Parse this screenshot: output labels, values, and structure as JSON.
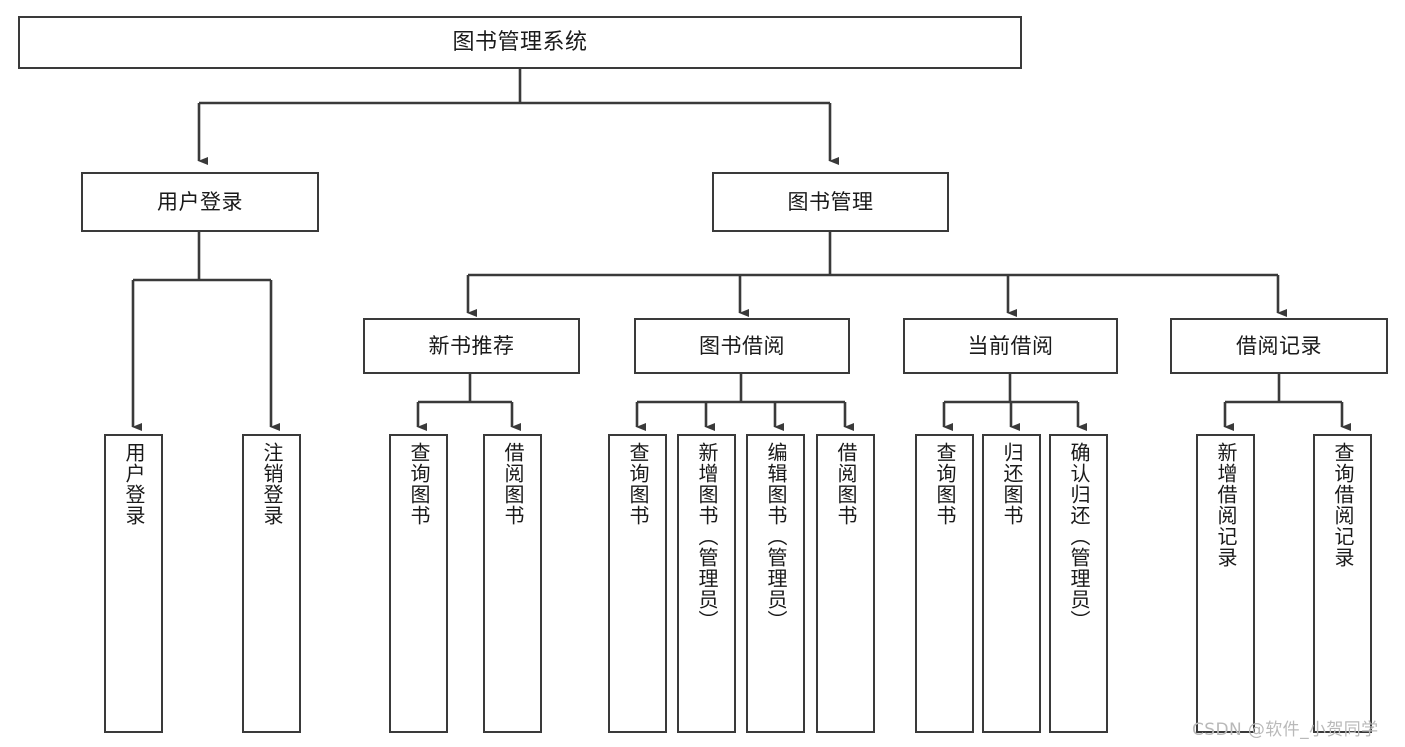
{
  "diagram": {
    "type": "hierarchy-tree",
    "title": "图书管理系统",
    "watermark": "CSDN @软件_小贺同学",
    "levels": {
      "root": {
        "label": "图书管理系统"
      },
      "level2": [
        {
          "label": "用户登录"
        },
        {
          "label": "图书管理"
        }
      ],
      "level3": [
        {
          "label": "新书推荐"
        },
        {
          "label": "图书借阅"
        },
        {
          "label": "当前借阅"
        },
        {
          "label": "借阅记录"
        }
      ],
      "leaves": [
        {
          "label": "用户登录"
        },
        {
          "label": "注销登录"
        },
        {
          "label": "查询图书"
        },
        {
          "label": "借阅图书"
        },
        {
          "label": "查询图书"
        },
        {
          "label": "新增图书（管理员）"
        },
        {
          "label": "编辑图书（管理员）"
        },
        {
          "label": "借阅图书"
        },
        {
          "label": "查询图书"
        },
        {
          "label": "归还图书"
        },
        {
          "label": "确认归还（管理员）"
        },
        {
          "label": "新增借阅记录"
        },
        {
          "label": "查询借阅记录"
        }
      ]
    },
    "groups": [
      {
        "parent": "用户登录",
        "children": [
          "用户登录",
          "注销登录"
        ]
      },
      {
        "parent": "图书管理",
        "children": [
          "新书推荐",
          "图书借阅",
          "当前借阅",
          "借阅记录"
        ]
      },
      {
        "parent": "新书推荐",
        "children": [
          "查询图书",
          "借阅图书"
        ]
      },
      {
        "parent": "图书借阅",
        "children": [
          "查询图书",
          "新增图书（管理员）",
          "编辑图书（管理员）",
          "借阅图书"
        ]
      },
      {
        "parent": "当前借阅",
        "children": [
          "查询图书",
          "归还图书",
          "确认归还（管理员）"
        ]
      },
      {
        "parent": "借阅记录",
        "children": [
          "新增借阅记录",
          "查询借阅记录"
        ]
      }
    ],
    "colors": {
      "stroke": "#3a3a3a",
      "fill": "#ffffff",
      "text": "#1a1a1a",
      "watermark": "#b9b9b9"
    }
  }
}
